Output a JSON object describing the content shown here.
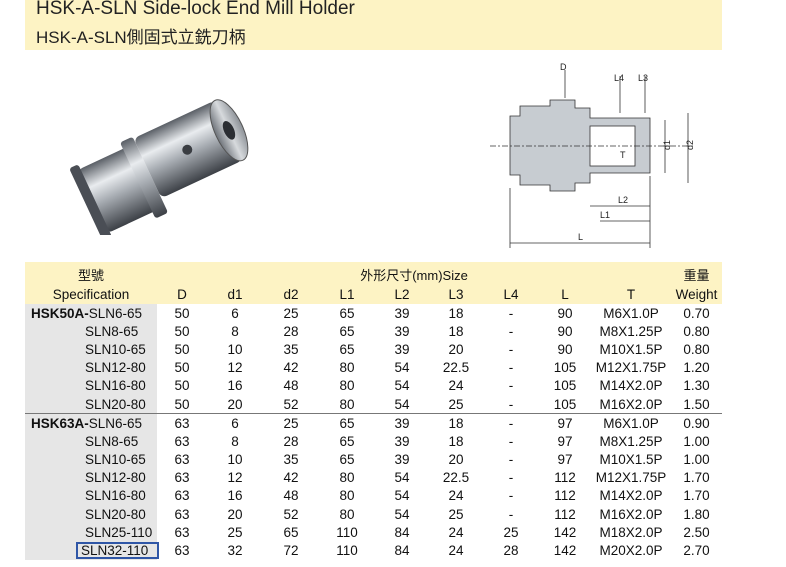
{
  "header": {
    "title_en": "HSK-A-SLN Side-lock End Mill Holder",
    "title_cn": "HSK-A-SLN側固式立銑刀柄"
  },
  "drawing_labels": {
    "D": "D",
    "L4": "L4",
    "L3": "L3",
    "d1": "d1",
    "d2": "d2",
    "T": "T",
    "L2": "L2",
    "L1": "L1",
    "L": "L"
  },
  "table": {
    "spec_cn": "型號",
    "spec_en": "Specification",
    "size_cn": "外形尺寸(mm)Size",
    "weight_cn": "重量",
    "weight_en": "Weight",
    "cols": [
      "D",
      "d1",
      "d2",
      "L1",
      "L2",
      "L3",
      "L4",
      "L",
      "T"
    ],
    "rows": [
      {
        "prefix": "HSK50A-",
        "model": "SLN6-65",
        "D": "50",
        "d1": "6",
        "d2": "25",
        "L1": "65",
        "L2": "39",
        "L3": "18",
        "L4": "-",
        "L": "90",
        "T": "M6X1.0P",
        "W": "0.70"
      },
      {
        "prefix": "",
        "model": "SLN8-65",
        "D": "50",
        "d1": "8",
        "d2": "28",
        "L1": "65",
        "L2": "39",
        "L3": "18",
        "L4": "-",
        "L": "90",
        "T": "M8X1.25P",
        "W": "0.80"
      },
      {
        "prefix": "",
        "model": "SLN10-65",
        "D": "50",
        "d1": "10",
        "d2": "35",
        "L1": "65",
        "L2": "39",
        "L3": "20",
        "L4": "-",
        "L": "90",
        "T": "M10X1.5P",
        "W": "0.80"
      },
      {
        "prefix": "",
        "model": "SLN12-80",
        "D": "50",
        "d1": "12",
        "d2": "42",
        "L1": "80",
        "L2": "54",
        "L3": "22.5",
        "L4": "-",
        "L": "105",
        "T": "M12X1.75P",
        "W": "1.20"
      },
      {
        "prefix": "",
        "model": "SLN16-80",
        "D": "50",
        "d1": "16",
        "d2": "48",
        "L1": "80",
        "L2": "54",
        "L3": "24",
        "L4": "-",
        "L": "105",
        "T": "M14X2.0P",
        "W": "1.30"
      },
      {
        "prefix": "",
        "model": "SLN20-80",
        "D": "50",
        "d1": "20",
        "d2": "52",
        "L1": "80",
        "L2": "54",
        "L3": "25",
        "L4": "-",
        "L": "105",
        "T": "M16X2.0P",
        "W": "1.50"
      },
      {
        "prefix": "HSK63A-",
        "model": "SLN6-65",
        "D": "63",
        "d1": "6",
        "d2": "25",
        "L1": "65",
        "L2": "39",
        "L3": "18",
        "L4": "-",
        "L": "97",
        "T": "M6X1.0P",
        "W": "0.90"
      },
      {
        "prefix": "",
        "model": "SLN8-65",
        "D": "63",
        "d1": "8",
        "d2": "28",
        "L1": "65",
        "L2": "39",
        "L3": "18",
        "L4": "-",
        "L": "97",
        "T": "M8X1.25P",
        "W": "1.00"
      },
      {
        "prefix": "",
        "model": "SLN10-65",
        "D": "63",
        "d1": "10",
        "d2": "35",
        "L1": "65",
        "L2": "39",
        "L3": "20",
        "L4": "-",
        "L": "97",
        "T": "M10X1.5P",
        "W": "1.00"
      },
      {
        "prefix": "",
        "model": "SLN12-80",
        "D": "63",
        "d1": "12",
        "d2": "42",
        "L1": "80",
        "L2": "54",
        "L3": "22.5",
        "L4": "-",
        "L": "112",
        "T": "M12X1.75P",
        "W": "1.70"
      },
      {
        "prefix": "",
        "model": "SLN16-80",
        "D": "63",
        "d1": "16",
        "d2": "48",
        "L1": "80",
        "L2": "54",
        "L3": "24",
        "L4": "-",
        "L": "112",
        "T": "M14X2.0P",
        "W": "1.70"
      },
      {
        "prefix": "",
        "model": "SLN20-80",
        "D": "63",
        "d1": "20",
        "d2": "52",
        "L1": "80",
        "L2": "54",
        "L3": "25",
        "L4": "-",
        "L": "112",
        "T": "M16X2.0P",
        "W": "1.80"
      },
      {
        "prefix": "",
        "model": "SLN25-110",
        "D": "63",
        "d1": "25",
        "d2": "65",
        "L1": "110",
        "L2": "84",
        "L3": "24",
        "L4": "25",
        "L": "142",
        "T": "M18X2.0P",
        "W": "2.50"
      },
      {
        "prefix": "",
        "model": "SLN32-110",
        "D": "63",
        "d1": "32",
        "d2": "72",
        "L1": "110",
        "L2": "84",
        "L3": "24",
        "L4": "28",
        "L": "142",
        "T": "M20X2.0P",
        "W": "2.70",
        "selected": true
      }
    ]
  }
}
